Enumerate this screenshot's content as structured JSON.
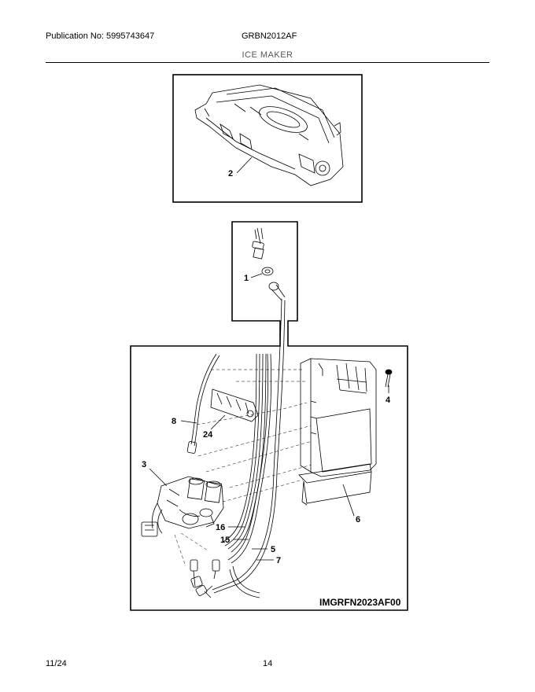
{
  "header": {
    "publication": "Publication No: 5995743647",
    "model": "GRBN2012AF",
    "section": "ICE MAKER"
  },
  "footer": {
    "date": "11/24",
    "page": "14"
  },
  "diagram": {
    "callouts": {
      "c1": "1",
      "c2": "2",
      "c3": "3",
      "c4": "4",
      "c5": "5",
      "c6": "6",
      "c7": "7",
      "c8": "8",
      "c15": "15",
      "c16": "16",
      "c24": "24"
    },
    "image_code": "IMGRFN2023AF00"
  }
}
